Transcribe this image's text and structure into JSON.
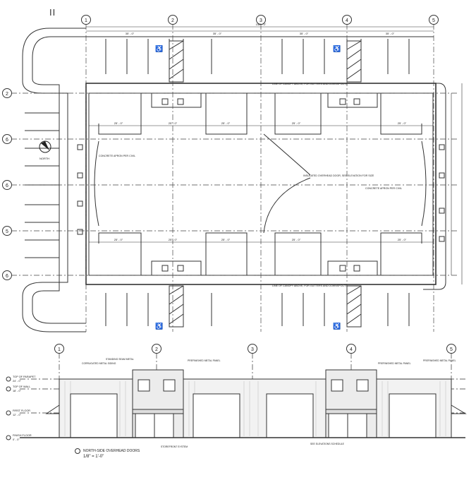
{
  "sheet": {
    "corner_mark": "II"
  },
  "plan": {
    "grid_top": [
      "1",
      "2",
      "3",
      "4",
      "5"
    ],
    "grid_left": [
      "2",
      "6",
      "6",
      "5",
      "6"
    ],
    "dimensions_top": [
      "35' - 0\"",
      "35' - 0\"",
      "35' - 0\"",
      "35' - 0\""
    ],
    "overall_top": "150' - 0\"",
    "bay_dims_row1": [
      "25' - 0\"",
      "25' - 0\"",
      "25' - 0\"",
      "25' - 0\"",
      "25' - 0\""
    ],
    "bay_dims_row2": [
      "25' - 0\"",
      "25' - 0\"",
      "25' - 0\"",
      "25' - 0\"",
      "25' - 0\""
    ],
    "notes": {
      "top_right": "LINE OF CANOPY ABOVE, FOR GUTTERS AND DOWNSPOUTS",
      "bottom_right": "LINE OF CANOPY ABOVE, FOR GUTTERS AND DOWNSPOUTS",
      "mid_left": "CONCRETE APRON PER CIVIL",
      "mid_center": "INSULATED OVERHEAD DOOR, SEE ELEVATION FOR SIZE",
      "mid_right": "CONCRETE APRON PER CIVIL",
      "north": "NORTH"
    }
  },
  "elevation": {
    "grid": [
      "1",
      "2",
      "3",
      "4",
      "5"
    ],
    "levels": [
      "TOP OF PARAPET",
      "TOP OF WALL",
      "FIRST FLOOR",
      "FINISH FLOOR"
    ],
    "level_values": [
      "24' - 0\"",
      "18' - 0\"",
      "12' - 0\"",
      "0' - 0\""
    ],
    "notes_top": [
      "CORRUGATED METAL SIDING",
      "STANDING SEAM METAL",
      "PREFINISHED METAL PANEL",
      "PREFINISHED METAL PANEL",
      "PREFINISHED METAL PANEL"
    ],
    "notes_bottom": [
      "STOREFRONT SYSTEM",
      "SEE ELEVATIONS SCHEDULE"
    ],
    "title": "NORTH-SIDE OVERHEAD DOORS",
    "scale": "1/8\" = 1'-0\""
  }
}
